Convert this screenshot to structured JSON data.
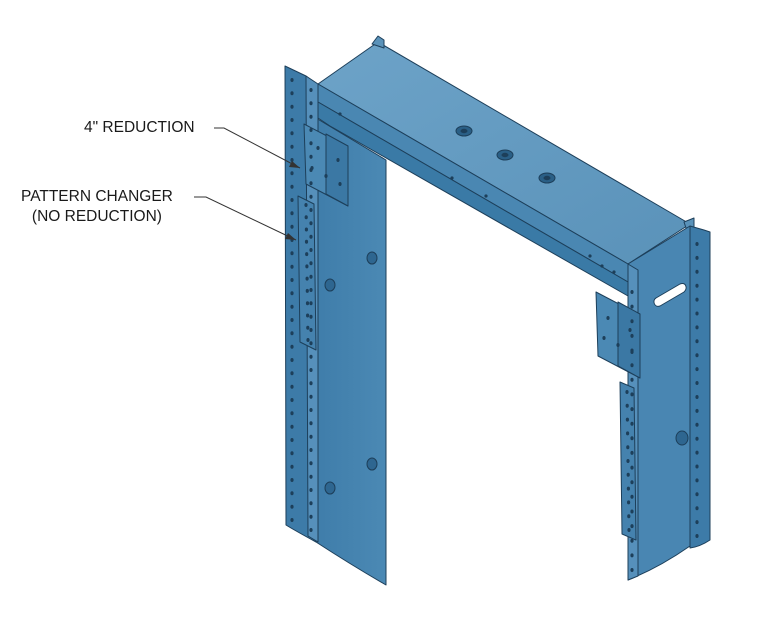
{
  "callouts": {
    "reduction": "4\" REDUCTION",
    "pattern_line1": "PATTERN CHANGER",
    "pattern_line2": "(NO REDUCTION)"
  },
  "colors": {
    "steel_top": "#5f97bd",
    "steel_front": "#4684b0",
    "steel_dark": "#336f99",
    "steel_light": "#7aaed0",
    "edge": "#1d3f5a",
    "leader": "#333333"
  }
}
